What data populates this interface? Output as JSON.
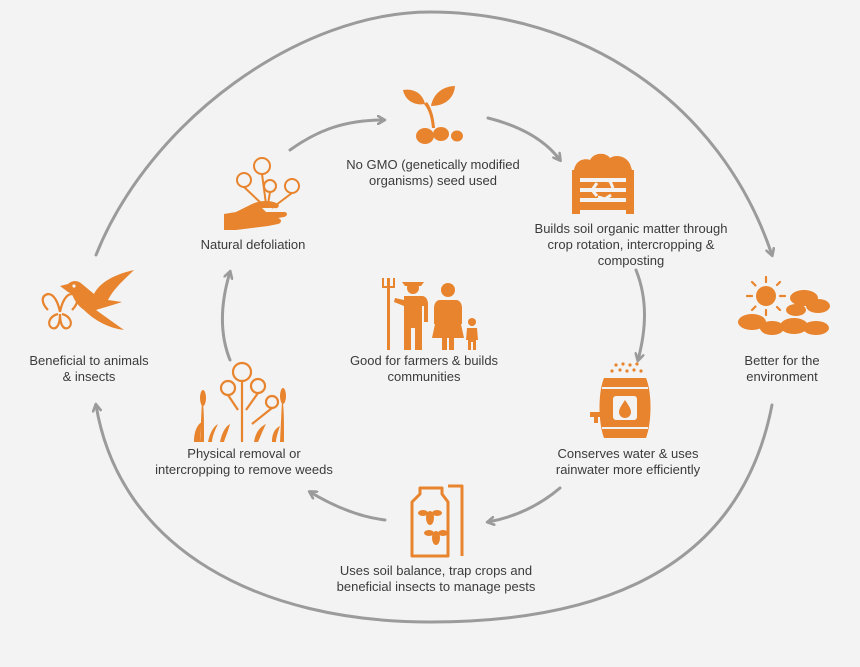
{
  "colors": {
    "orange": "#e8842d",
    "arrow": "#9b9b9b",
    "background": "#f3f3f3"
  },
  "nodes": {
    "no_gmo": {
      "label": "No GMO (genetically modified\norganisms) seed used",
      "icon": "seedling-icon"
    },
    "soil": {
      "label": "Builds soil organic matter through\ncrop rotation, intercropping &\ncomposting",
      "icon": "compost-recycle-icon"
    },
    "environment": {
      "label": "Better for the\nenvironment",
      "icon": "sun-clouds-icon"
    },
    "water": {
      "label": "Conserves water & uses\nrainwater more efficiently",
      "icon": "rain-barrel-icon"
    },
    "pests": {
      "label": "Uses soil balance, trap crops and\nbeneficial insects to manage pests",
      "icon": "bee-trap-icon"
    },
    "weeds": {
      "label": "Physical removal or\nintercropping to remove weeds",
      "icon": "cotton-plants-icon"
    },
    "animals": {
      "label": "Beneficial to animals\n& insects",
      "icon": "hummingbird-butterfly-icon"
    },
    "defoliation": {
      "label": "Natural defoliation",
      "icon": "hand-cotton-icon"
    },
    "farmers": {
      "label": "Good for farmers & builds\ncommunities",
      "icon": "farmer-family-icon"
    }
  }
}
